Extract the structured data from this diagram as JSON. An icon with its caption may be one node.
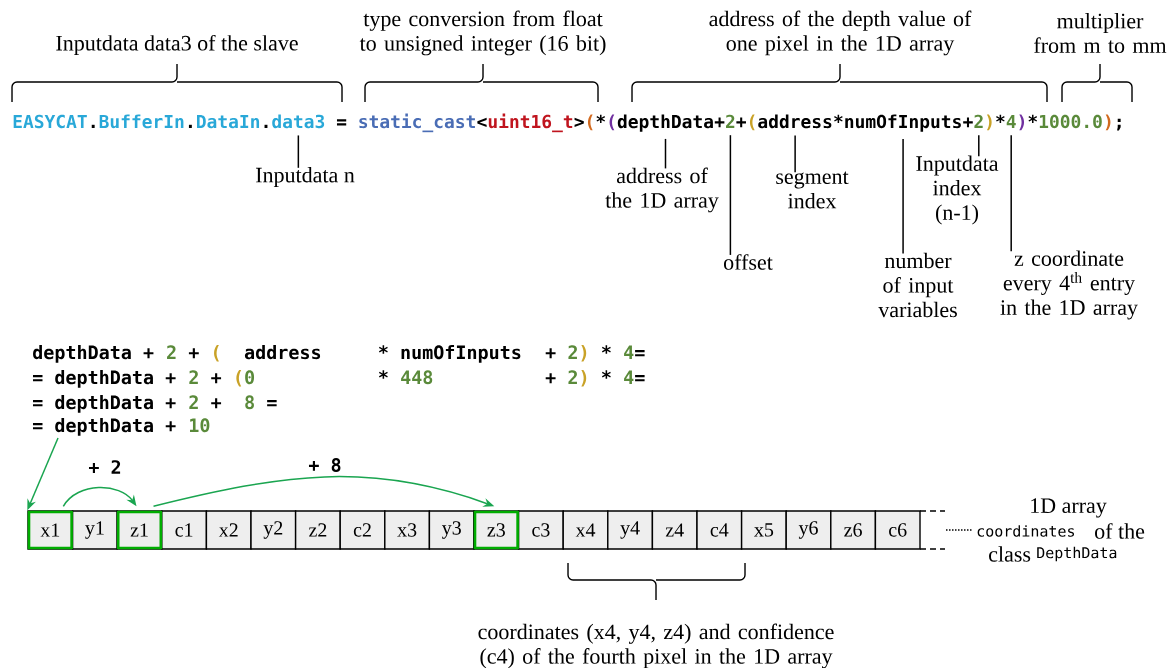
{
  "diagram": {
    "nodes": [
      {
        "text": [
          "data3"
        ]
      },
      {
        "text": [
          "depthData"
        ]
      },
      {
        "text": [
          "2"
        ]
      },
      {
        "text": [
          "address"
        ]
      },
      {
        "text": [
          "numOfInputs"
        ]
      },
      {
        "text": [
          "2"
        ]
      },
      {
        "text": [
          "4"
        ]
      },
      {
        "text": [
          "Inputdata n"
        ]
      },
      {
        "text": [
          "address of the 1D array"
        ]
      },
      {
        "text": [
          "offset"
        ]
      },
      {
        "text": [
          "segment index"
        ]
      },
      {
        "text": [
          "number of input variables"
        ]
      },
      {
        "text": [
          "Inputdata index (n-1)"
        ]
      },
      {
        "text": [
          "z coordinate every 4$^{th}$ entry in the 1D array"
        ]
      },
      {
        "text": [
          "= depthData +"
        ]
      },
      {
        "text": [
          "x1"
        ]
      },
      {
        "text": [
          "y1"
        ]
      },
      {
        "text": [
          "z1"
        ]
      },
      {
        "text": [
          "c1"
        ]
      },
      {
        "text": [
          "x2"
        ]
      },
      {
        "text": [
          "y2"
        ]
      },
      {
        "text": [
          "z2"
        ]
      },
      {
        "text": [
          "c2"
        ]
      },
      {
        "text": [
          "x3"
        ]
      },
      {
        "text": [
          "y3"
        ]
      },
      {
        "text": [
          "z3"
        ]
      },
      {
        "text": [
          "c3"
        ]
      },
      {
        "text": [
          "x4"
        ]
      },
      {
        "text": [
          "y4"
        ]
      },
      {
        "text": [
          "z4"
        ]
      },
      {
        "text": [
          "c4"
        ]
      },
      {
        "text": [
          "x5"
        ]
      },
      {
        "text": [
          "y6"
        ]
      },
      {
        "text": [
          "z6"
        ]
      },
      {
        "text": [
          "c6"
        ]
      }
    ],
    "edges": [
      {
        "from": 7,
        "to": 0,
        "arrow": "none"
      },
      {
        "from": 8,
        "to": 1,
        "arrow": "none"
      },
      {
        "from": 9,
        "to": 2,
        "arrow": "none"
      },
      {
        "from": 10,
        "to": 3,
        "arrow": "none"
      },
      {
        "from": 11,
        "to": 4,
        "arrow": "none"
      },
      {
        "from": 12,
        "to": 5,
        "arrow": "none"
      },
      {
        "from": 13,
        "to": 6,
        "arrow": "none"
      },
      {
        "from": 14,
        "to": 15,
        "arrow": "to",
        "color": "#1aa550"
      },
      {
        "from": 15,
        "to": 17,
        "arrow": "to",
        "label": "+ 2",
        "color": "#1aa550"
      },
      {
        "from": 17,
        "to": 25,
        "arrow": "to",
        "label": "+ 8",
        "color": "#1aa550"
      }
    ],
    "labels": [
      "Inputdata data3 of the slave",
      "type conversion from float to unsigned integer (16 bit)",
      "address of the depth value of one pixel in the 1D array",
      "multiplier from m to mm",
      "EASYCAT",
      ".",
      "BufferIn",
      ".",
      "DataIn",
      ".",
      "=",
      "static_cast",
      "<",
      "uint16_t",
      ">",
      "(",
      "*",
      "(",
      "+",
      "+",
      "(",
      "*",
      "+",
      ")",
      "*",
      ")",
      "*",
      "1000.0",
      ")",
      ";",
      "depthData +",
      "2",
      "+",
      "(",
      "address",
      "* numOfInputs",
      "+",
      "2",
      ")",
      "*",
      "4",
      "=",
      "= depthData +",
      "2",
      "+",
      "(",
      "0",
      "*",
      "448",
      "+",
      "2",
      ")",
      "*",
      "4",
      "=",
      "= depthData +",
      "2",
      "+",
      "8",
      "=",
      "10",
      "1D array",
      "coordinates",
      "of the",
      "class",
      "DepthData",
      "coordinates (x4, y4, z4) and confidence (c4) of the fourth pixel in the 1D array"
    ]
  }
}
